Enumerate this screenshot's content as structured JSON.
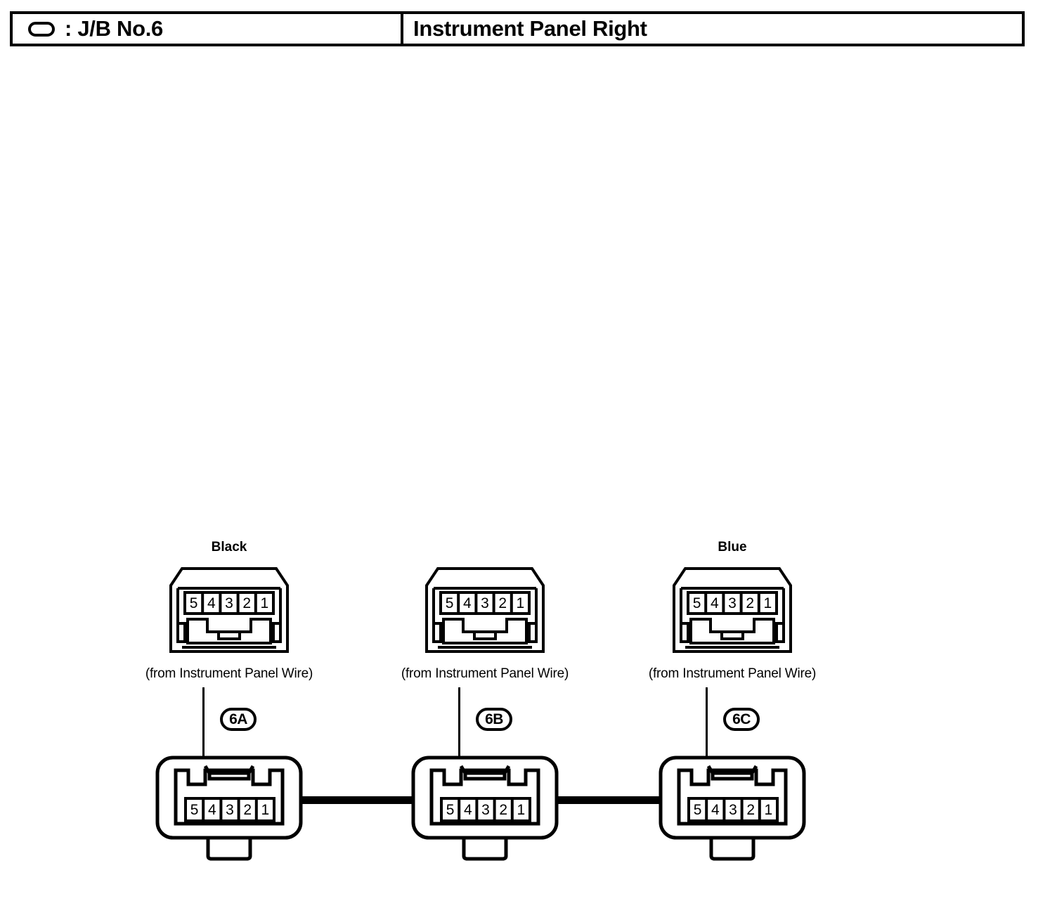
{
  "header": {
    "icon": "oval-icon",
    "left_label": ": J/B No.6",
    "right_title": "Instrument Panel Right"
  },
  "diagram": {
    "caption_text": "(from Instrument Panel Wire)",
    "pin_numbers": [
      "5",
      "4",
      "3",
      "2",
      "1"
    ],
    "columns": [
      {
        "id": "6A",
        "color_label": "Black",
        "caption": "(from Instrument Panel Wire)",
        "upper_pins": [
          "5",
          "4",
          "3",
          "2",
          "1"
        ],
        "lower_pins": [
          "5",
          "4",
          "3",
          "2",
          "1"
        ]
      },
      {
        "id": "6B",
        "color_label": "",
        "caption": "(from Instrument Panel Wire)",
        "upper_pins": [
          "5",
          "4",
          "3",
          "2",
          "1"
        ],
        "lower_pins": [
          "5",
          "4",
          "3",
          "2",
          "1"
        ]
      },
      {
        "id": "6C",
        "color_label": "Blue",
        "caption": "(from Instrument Panel Wire)",
        "upper_pins": [
          "5",
          "4",
          "3",
          "2",
          "1"
        ],
        "lower_pins": [
          "5",
          "4",
          "3",
          "2",
          "1"
        ]
      }
    ]
  },
  "colors": {
    "ink": "#000000",
    "paper": "#ffffff"
  }
}
